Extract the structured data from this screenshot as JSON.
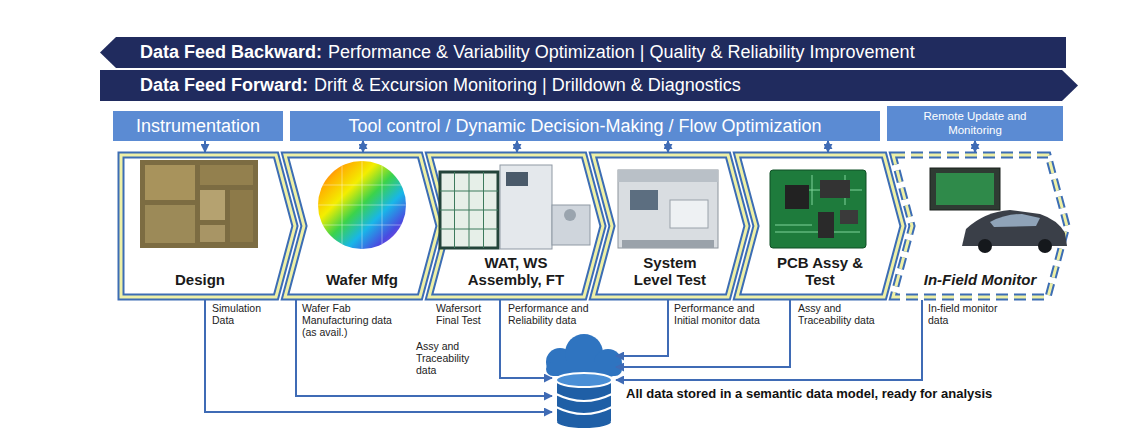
{
  "diagram": {
    "nodes": [
      {
        "text": [
          "Data Feed Backward:",
          "Performance & Variability Optimization | Quality & Reliability Improvement"
        ]
      },
      {
        "text": [
          "Data Feed Forward:",
          "Drift & Excursion Monitoring | Drilldown & Diagnostics"
        ]
      },
      {
        "text": [
          "Instrumentation"
        ]
      },
      {
        "text": [
          "Tool control / Dynamic Decision-Making / Flow Optimization"
        ]
      },
      {
        "text": [
          "Remote Update and Monitoring"
        ]
      },
      {
        "text": [
          "Design"
        ]
      },
      {
        "text": [
          "Wafer Mfg"
        ]
      },
      {
        "text": [
          "WAT, WS Assembly, FT"
        ]
      },
      {
        "text": [
          "System Level Test"
        ]
      },
      {
        "text": [
          "PCB Assy & Test"
        ]
      },
      {
        "text": [
          "In-Field Monitor"
        ]
      },
      {
        "text": [
          "All data stored in a semantic data model, ready for analysis"
        ]
      }
    ],
    "edges": [
      {
        "from": 2,
        "to": 5,
        "arrow": "to"
      },
      {
        "from": 3,
        "to": 6,
        "arrow": "both"
      },
      {
        "from": 3,
        "to": 7,
        "arrow": "both"
      },
      {
        "from": 3,
        "to": 8,
        "arrow": "both"
      },
      {
        "from": 3,
        "to": 9,
        "arrow": "both"
      },
      {
        "from": 4,
        "to": 10,
        "arrow": "both"
      },
      {
        "from": 5,
        "to": 11,
        "arrow": "to"
      },
      {
        "from": 6,
        "to": 11,
        "arrow": "to"
      },
      {
        "from": 7,
        "to": 11,
        "arrow": "to"
      },
      {
        "from": 8,
        "to": 11,
        "arrow": "to"
      },
      {
        "from": 9,
        "to": 11,
        "arrow": "to"
      },
      {
        "from": 10,
        "to": 11,
        "arrow": "to"
      }
    ],
    "labels": [
      "Simulation Data",
      "Wafer Fab Manufacturing data (as avail.)",
      "Wafersort Final Test",
      "Performance and Reliability data",
      "Assy and Traceability data",
      "Performance and Initial monitor data",
      "Assy and Traceability data",
      "In-field monitor data"
    ]
  }
}
